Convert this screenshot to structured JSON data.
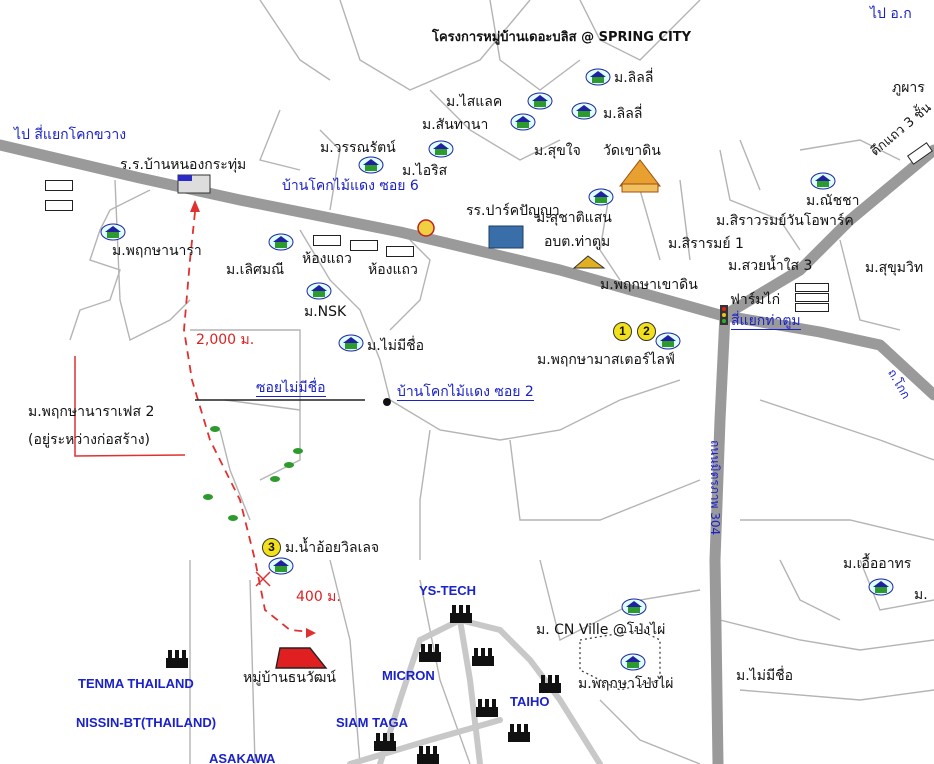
{
  "labels": {
    "top_right_to": "ไป อ.ก",
    "project_spring_city": "โครงการหมู่บ้านเดอะบลิส @ SPRING CITY",
    "to_khok_khwang": "ไป สี่แยกโคกขวาง",
    "phu_pha": "ภูผาร",
    "tuk_thaeo_3": "ตึกแถว 3 ชั้น",
    "lily_1": "ม.ลิลลี่",
    "lily_2": "ม.ลิลลี่",
    "sailak": "ม.ไสแลค",
    "santhana": "ม.สันทานา",
    "wanarat": "ม.วรรณรัตน์",
    "iris": "ม.ไอริส",
    "sukjai": "ม.สุขใจ",
    "wat_khao_din": "วัดเขาดิน",
    "school_nong_krathum": "ร.ร.บ้านหนองกระทุ่ม",
    "soi_6": "บ้านโคกไม้แดง ซอย 6",
    "park_school": "รร.ปาร์คปัญญา",
    "suchatisan": "ม.สุชาติแสน",
    "obt_tha_tum": "อบต.ท่าตูม",
    "nutcha": "ม.ณัชชา",
    "sirarom_one_park": "ม.สิราวรมย์วันโอพาร์ค",
    "sirarom_1": "ม.สิรารมย์ 1",
    "suay_nam_sai": "ม.สวยน้ำใส 3",
    "sukhumvit": "ม.สุขุมวิท",
    "phruksa_na_ra": "ม.พฤกษานารา",
    "loetsommi": "ม.เลิศมณี",
    "shophouse_1": "ห้องแถว",
    "shophouse_2": "ห้องแถว",
    "nsk": "ม.NSK",
    "phruksa_khao_din": "ม.พฤกษาเขาดิน",
    "farm_kai": "ฟาร์มไก่",
    "tha_tum_junction": "สี่แยกท่าตูม",
    "dist_2000": "2,000 ม.",
    "no_name_1": "ม.ไม่มีชื่อ",
    "phruksa_master": "ม.พฤกษามาสเตอร์ไลฟ์",
    "soi_no_name": "ซอยไม่มีชื่อ",
    "soi_2": "บ้านโคกไม้แดง ซอย 2",
    "phruksa_na_ra_phase2": "ม.พฤกษานาราเฟส 2",
    "under_construction": "(อยู่ระหว่างก่อสร้าง)",
    "road_304": "ถนนมิตรภาพ 304",
    "highway_right": "ถ.โกก",
    "nam_oi_village": "ม.น้ำอ้อยวิลเลจ",
    "dist_400": "400 ม.",
    "ysi_tech": "YS-TECH",
    "cn_ville": "ม. CN Ville @โป่งไผ่",
    "uea_athon": "ม.เอื้ออาทร",
    "uea_athon_2": "ม.",
    "no_name_2": "ม.ไม่มีชื่อ",
    "micron": "MICRON",
    "tenma": "TENMA THAILAND",
    "thanawat_village": "หมู่บ้านธนวัฒน์",
    "phruksa_pong_phai": "ม.พฤกษาโป่งไผ่",
    "nissin": "NISSIN-BT(THAILAND)",
    "siam_taga": "SIAM TAGA",
    "taiho": "TAIHO",
    "asakawa": "ASAKAWA"
  },
  "markers": {
    "circle_1": "1",
    "circle_2": "2",
    "circle_3": "3"
  },
  "colors": {
    "road_main": "#9a9a9a",
    "road_minor": "#b4b4b4",
    "route_dashed": "#e03030",
    "boundary": "#e03030",
    "label_blue": "#1a22c8",
    "marker_yellow": "#f2e01a"
  }
}
